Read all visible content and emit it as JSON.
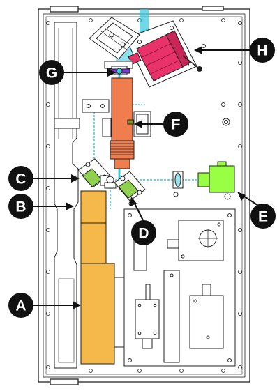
{
  "figure": {
    "labels": [
      {
        "id": "A",
        "text": "A"
      },
      {
        "id": "B",
        "text": "B"
      },
      {
        "id": "C",
        "text": "C"
      },
      {
        "id": "D",
        "text": "D"
      },
      {
        "id": "E",
        "text": "E"
      },
      {
        "id": "F",
        "text": "F"
      },
      {
        "id": "G",
        "text": "G"
      },
      {
        "id": "H",
        "text": "H"
      }
    ],
    "colors": {
      "A": "#f5b84a",
      "B": "#f5b84a",
      "C": "#8fd14f",
      "D": "#8fd14f",
      "E": "#99ff44",
      "F": "#ef7d4e",
      "G": "#7b39d6",
      "H": "#e8336a",
      "beam": "#37c8dc",
      "callout": "#111111",
      "outline": "#222222"
    }
  }
}
